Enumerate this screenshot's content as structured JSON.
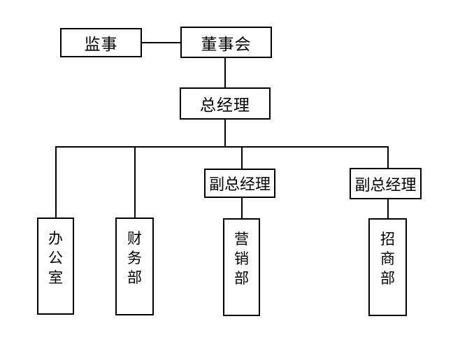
{
  "diagram": {
    "type": "org-chart",
    "colors": {
      "line": "#000000",
      "background": "#ffffff",
      "box_fill": "#ffffff",
      "text": "#000000"
    },
    "nodes": {
      "supervisor": {
        "label": "监事"
      },
      "board": {
        "label": "董事会"
      },
      "general_manager": {
        "label": "总经理"
      },
      "vice_gm_1": {
        "label": "副总经理"
      },
      "vice_gm_2": {
        "label": "副总经理"
      },
      "office": {
        "label": "办公室"
      },
      "finance_dept": {
        "label": "财务部"
      },
      "marketing_dept": {
        "label": "营销部"
      },
      "investment_dept": {
        "label": "招商部"
      }
    },
    "edges": [
      {
        "from": "supervisor",
        "to": "board"
      },
      {
        "from": "board",
        "to": "general_manager"
      },
      {
        "from": "general_manager",
        "to": "office"
      },
      {
        "from": "general_manager",
        "to": "finance_dept"
      },
      {
        "from": "general_manager",
        "to": "vice_gm_1"
      },
      {
        "from": "general_manager",
        "to": "vice_gm_2"
      },
      {
        "from": "vice_gm_1",
        "to": "marketing_dept"
      },
      {
        "from": "vice_gm_2",
        "to": "investment_dept"
      }
    ]
  }
}
